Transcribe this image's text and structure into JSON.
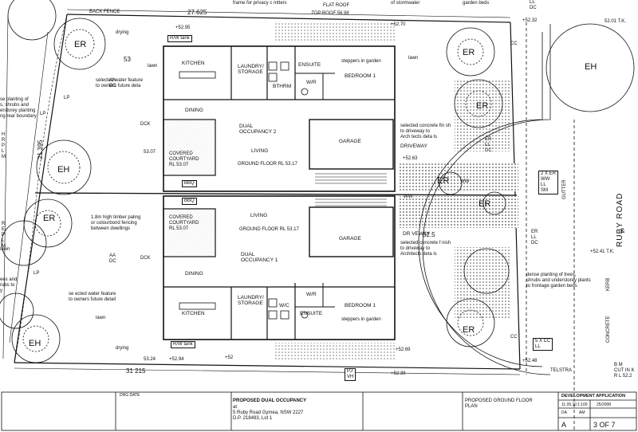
{
  "dims": {
    "top": "27.625",
    "bottom": "31 215",
    "left_side": "21.395",
    "levels": {
      "tl_top": "+52.95",
      "tr_top": "+52.70",
      "tr_corner": "+52.32",
      "far_right_top": "52.01 T.K.",
      "mid_right": "+52.63",
      "mid_left": "53.07",
      "right_mid": "+52.41 T.K.",
      "low_right": "+52.69",
      "low_right2": "+52.48",
      "bottom_left": "+52.94",
      "bottom_left_ref": "53.24",
      "bottom_mid": "+52",
      "bottom_right": "+52.39",
      "contour_53": "53",
      "contour_52_5": "52.5"
    }
  },
  "top_notes": {
    "privacy": "frame for privacy c mtters",
    "flat_roof": "FLAT ROOF",
    "roof_level": "TOP ROOF 56.96",
    "stormwater": "of stormwater",
    "garden_beds": "garden beds",
    "back_fence": "BACK        FENCE"
  },
  "rooms_upper": {
    "kitchen": "KITCHEN",
    "laundry": "LAUNDRY/\nSTORAGE",
    "ensuite": "ENSUITE",
    "bthrm": "BTHRM",
    "wr": "W/R",
    "bedroom": "BEDROOM 1",
    "steppers": "steppers in garden",
    "dining": "DINING",
    "dual": "DUAL\nOCCUPANCY 2",
    "living": "LIVING",
    "ground_floor": "GROUND FLOOR  RL 53.17",
    "garage": "GARAGE",
    "courtyard": "COVERED\nCOURTYARD\nRL 53.07",
    "bbq": "BBQ",
    "rw_tank": "R/W tank",
    "drying": "drying",
    "lawn": "lawn",
    "aa": "AA\nDC",
    "dck": "DCK"
  },
  "rooms_lower": {
    "kitchen": "KITCHEN",
    "laundry": "LAUNDRY/\nSTORAGE",
    "ensuite": "ENSUITE",
    "wc": "W/C",
    "wr": "W/R",
    "bedroom": "BEDROOM 1",
    "steppers": "steppers in garden",
    "dining": "DINING",
    "dual": "DUAL\nOCCUPANCY 1",
    "living": "LIVING",
    "ground_floor": "GROUND FLOOR  RL 53.17",
    "garage": "GARAGE",
    "courtyard": "COVERED\nCOURTYARD\nRL 53.07",
    "bbq": "BBQ",
    "rw_tank": "R/W tank",
    "drying": "drying",
    "lawn": "lawn",
    "aa": "AA\nDC",
    "dck": "DCK"
  },
  "notes": {
    "water_feature_upper": "selected water feature\nto owners future deta",
    "water_feature_lower": "se ected water feature\nto owners future detail",
    "screen_planting": "se planting of\ns, shrubs and\nerstorey planting\nng rear boundary",
    "timber_paling": "1.8m high timber paling\nor colourbond fencing\nbetween dwellings",
    "concrete_upper": "selected concrete fin sh\nto driveway to\nArch tects deta ls",
    "driveway_upper": "DRIVEWAY",
    "driveway_lower": "DR VEWAY",
    "concrete_lower": "selected concrete f nish\nto driveway to\nArchitects deta ls",
    "dense_planting": "dense planting of trees,\nshrubs and understorey plants\nto frontage garden beds",
    "left_lower_note": "ees and\nrubs to\ny",
    "lawn_right": "lawn",
    "lawn_left": "lawn",
    "telstra": "TELSTRA",
    "bm": "B M\nCUT IN K\nR L 52.2",
    "pj_vh": "PJ\nVH",
    "kerb": "KERB",
    "gutter": "GUTTER",
    "concrete_kerb": "CONCRETE",
    "ampersand": "&"
  },
  "plant_codes": {
    "er": "ER",
    "eh": "EH",
    "lp": "LP",
    "cc": "CC",
    "ww": "WW",
    "ll": "LL",
    "dc": "DC",
    "sm": "SM",
    "top_right_stack": "LL\nDC",
    "mid_right_stack": "ER\nLL\nDC",
    "lower_right_stack": "ER\nLL\nDC",
    "er_box": "2 X ER\nWW\nLL\nSM",
    "cc_box": "5 X CC\nLL",
    "left_stack_upper": "H\nR\nP\nL\nM",
    "left_stack_lower": "R\nE\nP\nL\nM"
  },
  "road": {
    "name": "RUBY     ROAD"
  },
  "title_block": {
    "project_heading": "PROPOSED DUAL OCCUPANCY",
    "at": "at",
    "address": "5 Ruby Road Gymea, NSW 2227",
    "dp": "D.P. 218493, Lot 1",
    "drawing_title": "PROPOSED GROUND FLOOR\nPLAN",
    "application": "DEVELOPMENT APPLICATION",
    "scale": "1:100",
    "job_no": "25/2008",
    "drawn": "DA",
    "checked": "AM",
    "sheet_letter": "A",
    "sheet": "3 OF 7",
    "date": "11.05.10",
    "drg_note": "DRG DATE"
  }
}
